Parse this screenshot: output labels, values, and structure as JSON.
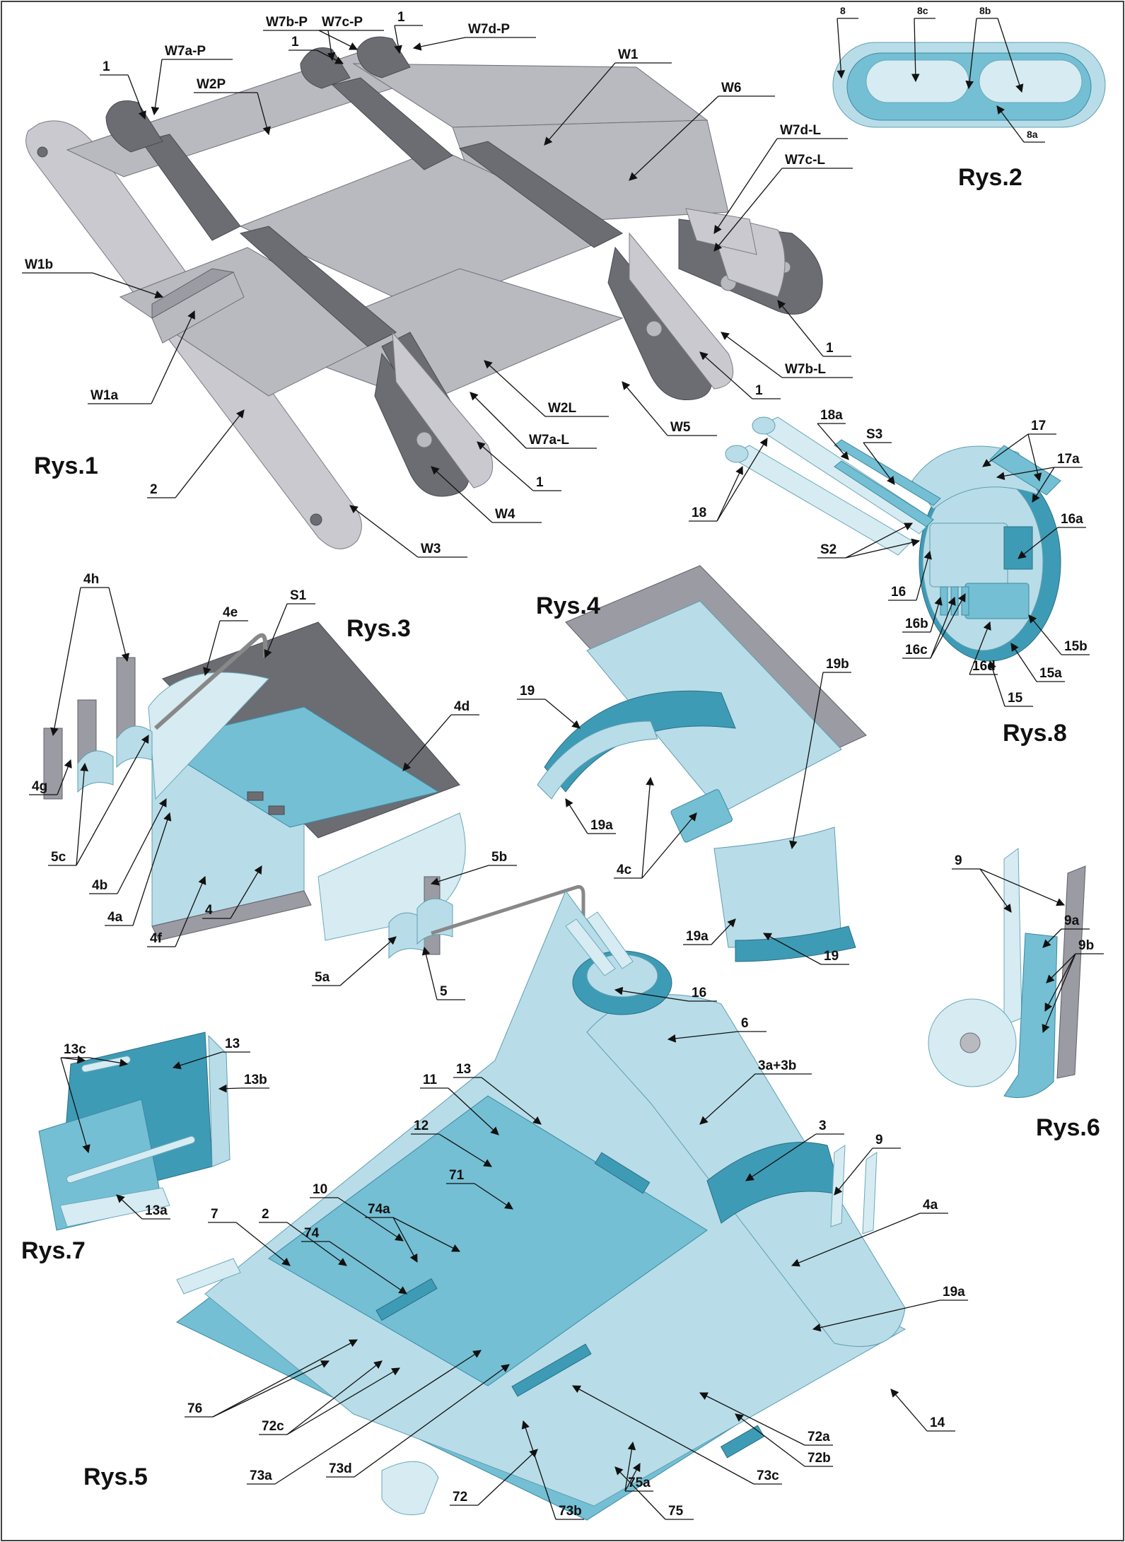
{
  "figures": [
    {
      "id": "rys1",
      "title": "Rys.1",
      "labels": [
        "W7b-P",
        "W7c-P",
        "1",
        "W7d-P",
        "1",
        "W7a-P",
        "1",
        "W2P",
        "W1",
        "W6",
        "W7d-L",
        "W7c-L",
        "W1b",
        "W1a",
        "1",
        "W7b-L",
        "1",
        "W2L",
        "W7a-L",
        "W5",
        "1",
        "2",
        "W4",
        "W3"
      ]
    },
    {
      "id": "rys2",
      "title": "Rys.2",
      "labels": [
        "8",
        "8c",
        "8b",
        "8a"
      ]
    },
    {
      "id": "rys3",
      "title": "Rys.3",
      "labels": [
        "4h",
        "4e",
        "S1",
        "4d",
        "4g",
        "5c",
        "4b",
        "4a",
        "4f",
        "4",
        "5b",
        "5a",
        "5"
      ]
    },
    {
      "id": "rys4",
      "title": "Rys.4",
      "labels": [
        "19",
        "19a",
        "4c",
        "19b",
        "19a",
        "19"
      ]
    },
    {
      "id": "rys6",
      "title": "Rys.6",
      "labels": [
        "9",
        "9a",
        "9b"
      ]
    },
    {
      "id": "rys7",
      "title": "Rys.7",
      "labels": [
        "13c",
        "13",
        "13b",
        "13a"
      ]
    },
    {
      "id": "rys8",
      "title": "Rys.8",
      "labels": [
        "18a",
        "S3",
        "17",
        "17a",
        "18",
        "S2",
        "16a",
        "16",
        "16b",
        "16c",
        "15b",
        "16d",
        "15a",
        "15"
      ]
    },
    {
      "id": "rys5",
      "title": "Rys.5",
      "labels": [
        "16",
        "6",
        "3a+3b",
        "13",
        "11",
        "12",
        "3",
        "9",
        "71",
        "10",
        "74a",
        "7",
        "2",
        "74",
        "4a",
        "19a",
        "76",
        "72c",
        "73a",
        "73d",
        "72",
        "73b",
        "75",
        "75a",
        "73c",
        "72a",
        "72b",
        "14"
      ]
    }
  ]
}
